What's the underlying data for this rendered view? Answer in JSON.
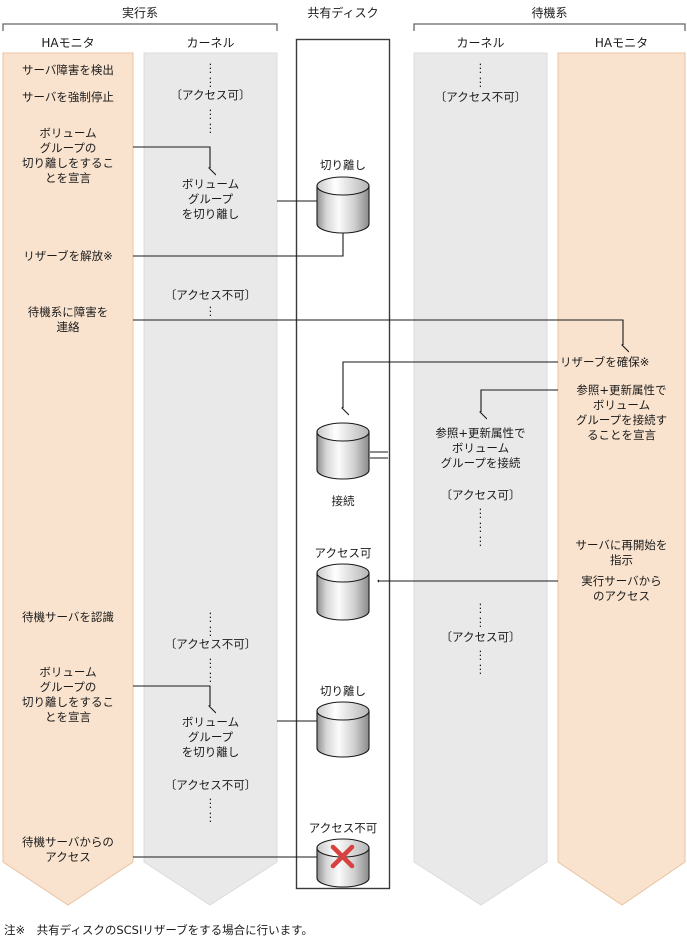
{
  "groups": [
    {
      "id": "active",
      "label": "実行系"
    },
    {
      "id": "shared",
      "label": "共有ディスク"
    },
    {
      "id": "standby",
      "label": "待機系"
    }
  ],
  "columns": [
    {
      "id": "active-hamonitor",
      "header": "HAモニタ",
      "fill": "#f9e3ce"
    },
    {
      "id": "active-kernel",
      "header": "カーネル",
      "fill": "#e9e9e9"
    },
    {
      "id": "shared-disk",
      "header": "",
      "fill": "#ffffff"
    },
    {
      "id": "standby-kernel",
      "header": "カーネル",
      "fill": "#e9e9e9"
    },
    {
      "id": "standby-hamonitor",
      "header": "HAモニタ",
      "fill": "#f9e3ce"
    }
  ],
  "colors": {
    "ha_monitor_fill": "#f9e3ce",
    "ha_monitor_stroke": "#e0b894",
    "kernel_fill": "#e9e9e9",
    "kernel_stroke": "#d5d5d5",
    "shared_stroke": "#3a3a3a",
    "line": "#1a1a1a",
    "bracket": "#555555",
    "error_x": "#d94040",
    "cylinder_light": "#ffffff",
    "cylinder_dark": "#8c8c8c"
  },
  "active_hamonitor_steps": [
    {
      "id": "detect-failure",
      "text": "サーバ障害を検出"
    },
    {
      "id": "force-stop-server",
      "text": "サーバを強制停止"
    },
    {
      "id": "declare-detach-vg",
      "text": "ボリューム\nグループの\n切り離しをするこ\nとを宣言"
    },
    {
      "id": "release-reserve",
      "text": "リザーブを解放※"
    },
    {
      "id": "notify-standby",
      "text": "待機系に障害を\n連絡"
    },
    {
      "id": "recognize-standby-server",
      "text": "待機サーバを認識"
    },
    {
      "id": "declare-detach-vg-2",
      "text": "ボリューム\nグループの\n切り離しをするこ\nとを宣言"
    },
    {
      "id": "access-from-standby-server",
      "text": "待機サーバからの\nアクセス"
    }
  ],
  "active_kernel_steps": [
    {
      "id": "access-ok-1",
      "text": "〔アクセス可〕"
    },
    {
      "id": "detach-vg-1",
      "text": "ボリューム\nグループ\nを切り離し"
    },
    {
      "id": "access-ng-1",
      "text": "〔アクセス不可〕"
    },
    {
      "id": "access-ng-2",
      "text": "〔アクセス不可〕"
    },
    {
      "id": "detach-vg-2",
      "text": "ボリューム\nグループ\nを切り離し"
    },
    {
      "id": "access-ng-3",
      "text": "〔アクセス不可〕"
    }
  ],
  "standby_kernel_steps": [
    {
      "id": "access-ng-top",
      "text": "〔アクセス不可〕"
    },
    {
      "id": "attach-vg",
      "text": "参照+更新属性で\nボリューム\nグループを接続"
    },
    {
      "id": "access-ok-2",
      "text": "〔アクセス可〕"
    },
    {
      "id": "access-ok-3",
      "text": "〔アクセス可〕"
    }
  ],
  "standby_hamonitor_steps": [
    {
      "id": "secure-reserve",
      "text": "リザーブを確保※"
    },
    {
      "id": "declare-attach-vg",
      "text": "参照+更新属性で\nボリューム\nグループを接続す\nることを宣言"
    },
    {
      "id": "instruct-restart",
      "text": "サーバに再開始を\n指示"
    },
    {
      "id": "access-from-active-server",
      "text": "実行サーバから\nのアクセス"
    }
  ],
  "disks": [
    {
      "id": "disk-detach-1",
      "caption": "切り離し",
      "caption_pos": "above",
      "state": "detached"
    },
    {
      "id": "disk-connect",
      "caption": "接続",
      "caption_pos": "below",
      "state": "connected"
    },
    {
      "id": "disk-access-ok",
      "caption": "アクセス可",
      "caption_pos": "above",
      "state": "ok"
    },
    {
      "id": "disk-detach-2",
      "caption": "切り離し",
      "caption_pos": "above",
      "state": "detached"
    },
    {
      "id": "disk-access-ng",
      "caption": "アクセス不可",
      "caption_pos": "above",
      "state": "blocked"
    }
  ],
  "ellipsis": "⋮",
  "footnote": "注※　共有ディスクのSCSIリザーブをする場合に行います。"
}
